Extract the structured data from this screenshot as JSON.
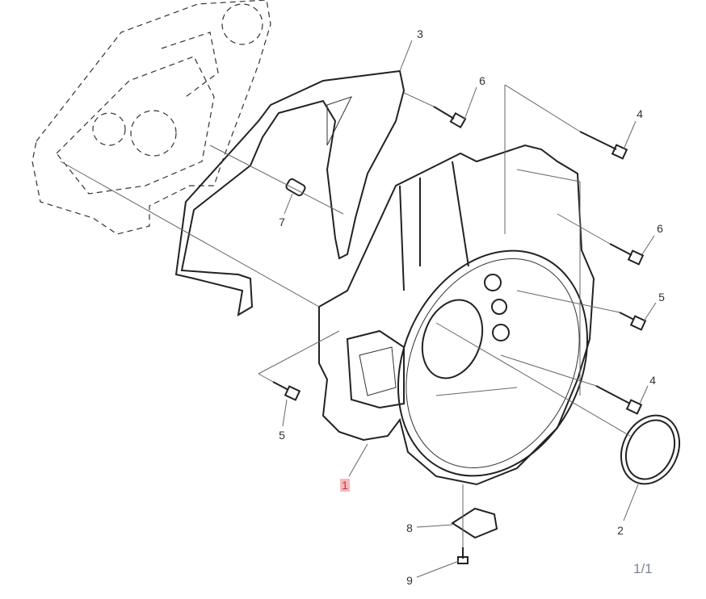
{
  "diagram": {
    "callouts": [
      {
        "id": "3",
        "label": "3"
      },
      {
        "id": "6a",
        "label": "6"
      },
      {
        "id": "4a",
        "label": "4"
      },
      {
        "id": "7",
        "label": "7"
      },
      {
        "id": "6b",
        "label": "6"
      },
      {
        "id": "5a",
        "label": "5"
      },
      {
        "id": "4b",
        "label": "4"
      },
      {
        "id": "5b",
        "label": "5"
      },
      {
        "id": "1",
        "label": "1"
      },
      {
        "id": "2",
        "label": "2"
      },
      {
        "id": "8",
        "label": "8"
      },
      {
        "id": "9",
        "label": "9"
      }
    ],
    "highlight_color": "#f6b8bd"
  },
  "pager": {
    "text": "1/1"
  }
}
